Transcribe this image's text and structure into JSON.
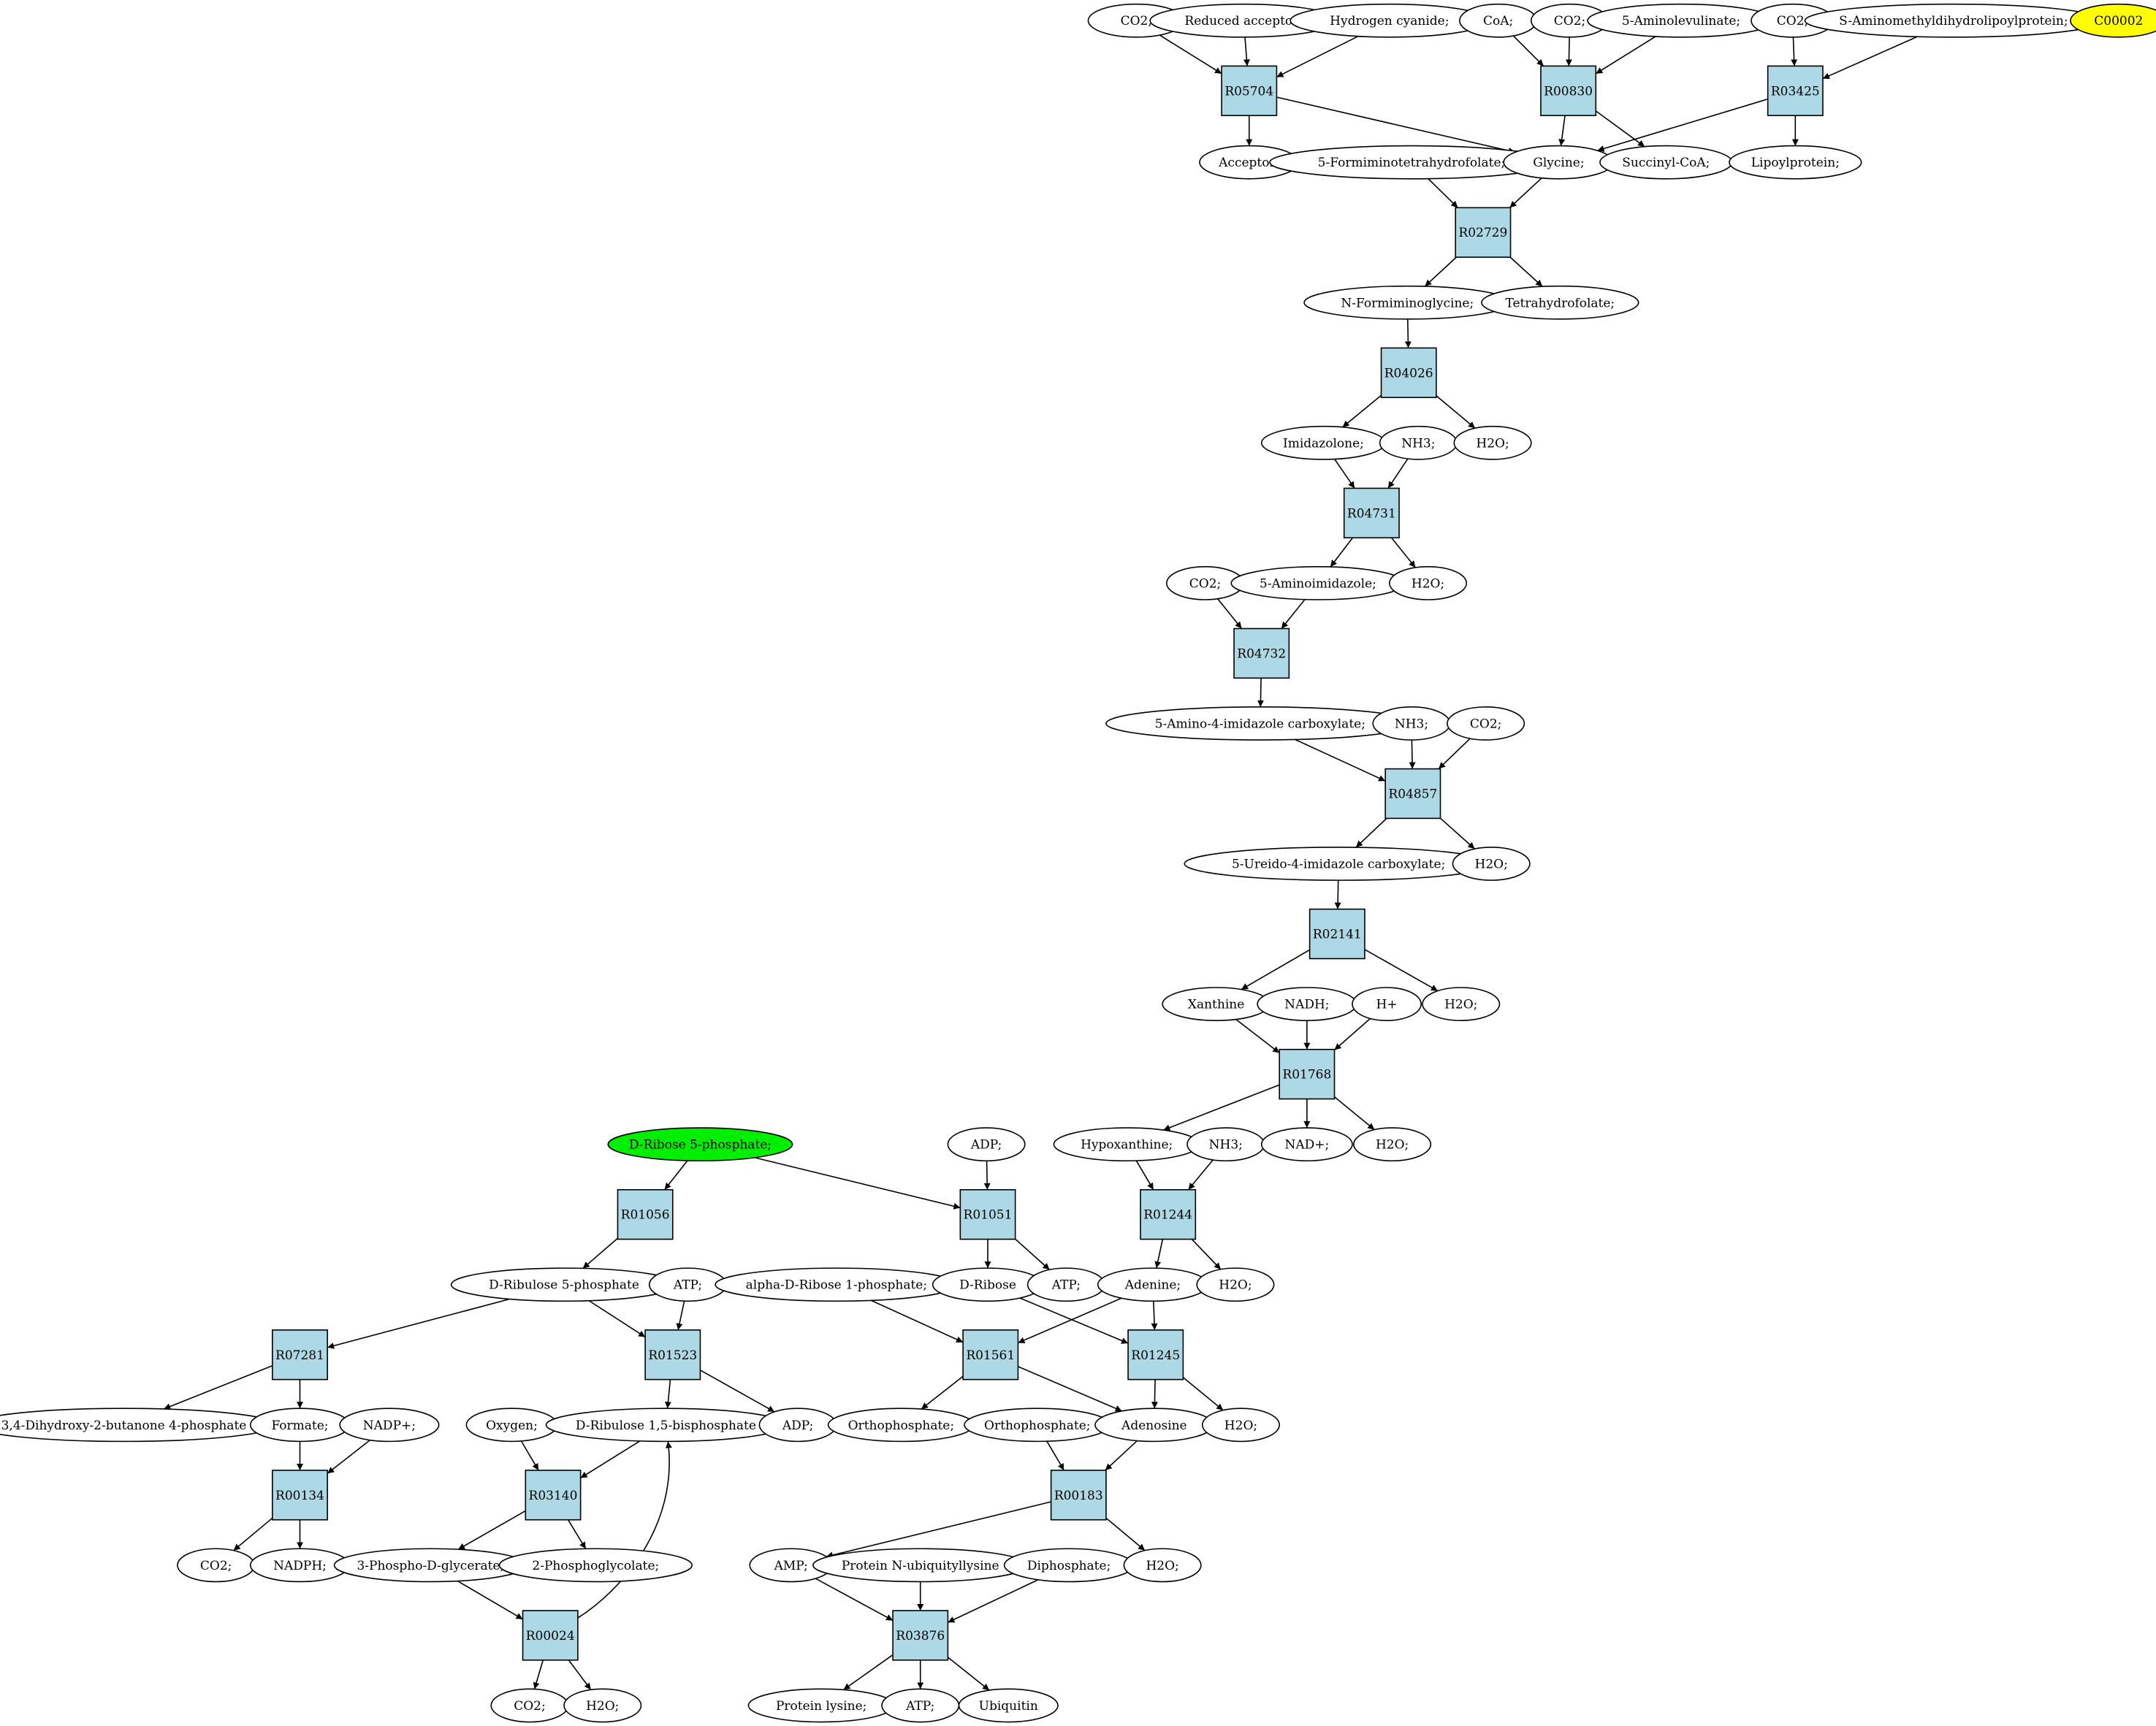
{
  "colors": {
    "reaction_fill": "#add8e6",
    "compound_fill": "#ffffff",
    "source_fill": "#00ee00",
    "target_fill": "#ffff00",
    "stroke": "#000000"
  },
  "reactions": {
    "r05704": "R05704",
    "r00830": "R00830",
    "r03425": "R03425",
    "r02729": "R02729",
    "r04026": "R04026",
    "r04731": "R04731",
    "r04732": "R04732",
    "r04857": "R04857",
    "r02141": "R02141",
    "r01768": "R01768",
    "r01056": "R01056",
    "r01051": "R01051",
    "r01244": "R01244",
    "r07281": "R07281",
    "r01523": "R01523",
    "r01561": "R01561",
    "r01245": "R01245",
    "r00134": "R00134",
    "r03140": "R03140",
    "r00183": "R00183",
    "r00024": "R00024",
    "r03876": "R03876"
  },
  "compounds": {
    "co2_a": "CO2;",
    "reduced_acceptor": "Reduced acceptor;",
    "hydrogen_cyanide": "Hydrogen cyanide;",
    "coa": "CoA;",
    "co2_b": "CO2;",
    "aminolevulinate": "5-Aminolevulinate;",
    "co2_c": "CO2;",
    "s_aminomethyl": "S-Aminomethyldihydrolipoylprotein;",
    "c00002": "C00002",
    "acceptor": "Acceptor;",
    "formiminothf": "5-Formiminotetrahydrofolate;",
    "glycine": "Glycine;",
    "succinyl_coa": "Succinyl-CoA;",
    "lipoylprotein": "Lipoylprotein;",
    "n_formiminoglycine": "N-Formiminoglycine;",
    "tetrahydrofolate": "Tetrahydrofolate;",
    "imidazolone": "Imidazolone;",
    "nh3_a": "NH3;",
    "h2o_a": "H2O;",
    "co2_d": "CO2;",
    "aminoimidazole": "5-Aminoimidazole;",
    "h2o_b": "H2O;",
    "amino_imidazole_carboxylate": "5-Amino-4-imidazole carboxylate;",
    "nh3_b": "NH3;",
    "co2_e": "CO2;",
    "ureido_imidazole_carboxylate": "5-Ureido-4-imidazole carboxylate;",
    "h2o_c": "H2O;",
    "xanthine": "Xanthine",
    "nadh": "NADH;",
    "h_plus": "H+",
    "h2o_d": "H2O;",
    "ribose5p": "D-Ribose 5-phosphate;",
    "adp_a": "ADP;",
    "hypoxanthine": "Hypoxanthine;",
    "nh3_c": "NH3;",
    "nad_plus": "NAD+;",
    "h2o_e": "H2O;",
    "ribulose5p": "D-Ribulose 5-phosphate",
    "atp_a": "ATP;",
    "alpha_ribose1p": "alpha-D-Ribose 1-phosphate;",
    "d_ribose": "D-Ribose",
    "atp_b": "ATP;",
    "adenine": "Adenine;",
    "h2o_f": "H2O;",
    "dihydroxy_butanone": "3,4-Dihydroxy-2-butanone 4-phosphate",
    "formate": "Formate;",
    "nadp_plus": "NADP+;",
    "oxygen": "Oxygen;",
    "ribulose15bp": "D-Ribulose 1,5-bisphosphate",
    "adp_b": "ADP;",
    "orthophosphate_a": "Orthophosphate;",
    "orthophosphate_b": "Orthophosphate;",
    "adenosine": "Adenosine",
    "h2o_g": "H2O;",
    "co2_f": "CO2;",
    "nadph": "NADPH;",
    "phospho_glycerate": "3-Phospho-D-glycerate;",
    "phosphoglycolate": "2-Phosphoglycolate;",
    "amp": "AMP;",
    "protein_ubiquityllysine": "Protein N-ubiquityllysine",
    "diphosphate": "Diphosphate;",
    "h2o_h": "H2O;",
    "co2_g": "CO2;",
    "h2o_i": "H2O;",
    "protein_lysine": "Protein lysine;",
    "atp_c": "ATP;",
    "ubiquitin": "Ubiquitin"
  }
}
